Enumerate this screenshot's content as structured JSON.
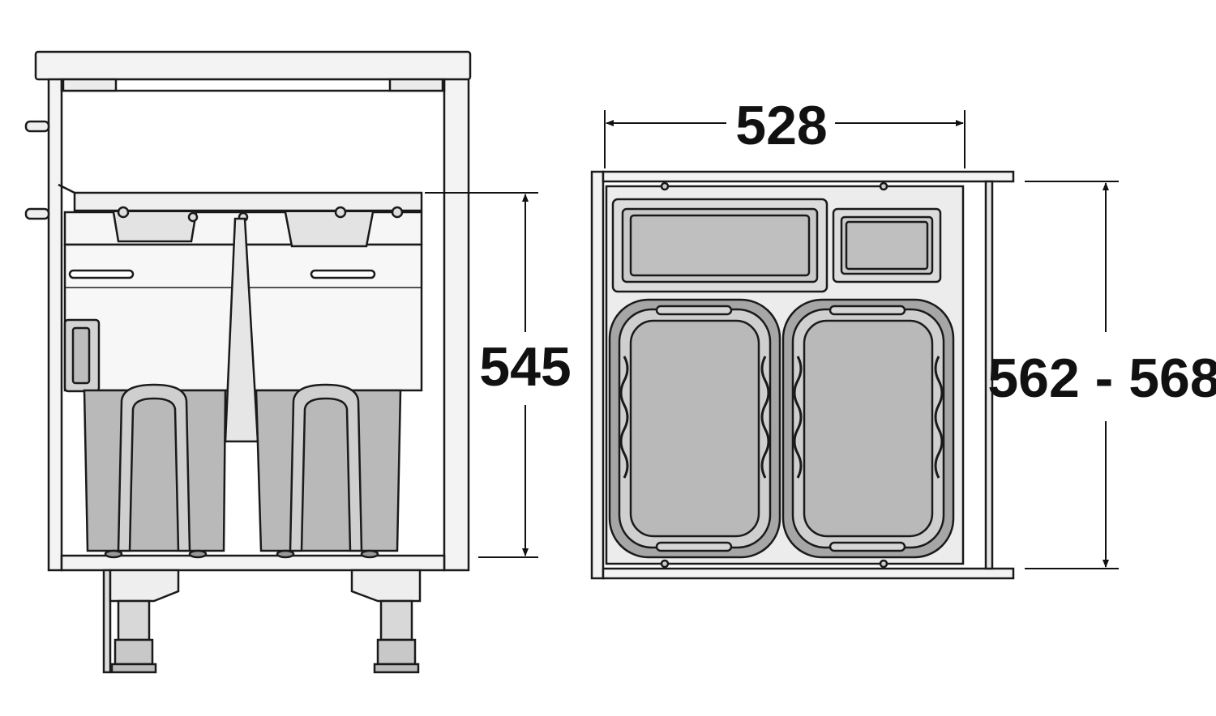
{
  "colors": {
    "line": "#1a1a1a",
    "fill_light": "#f3f3f3",
    "fill_mid": "#d9d9d9",
    "fill_bin": "#b9b9b9",
    "background": "#ffffff"
  },
  "side_view": {
    "height_dimension": "545"
  },
  "top_view": {
    "width_dimension": "528",
    "depth_dimension": "562 - 568"
  }
}
